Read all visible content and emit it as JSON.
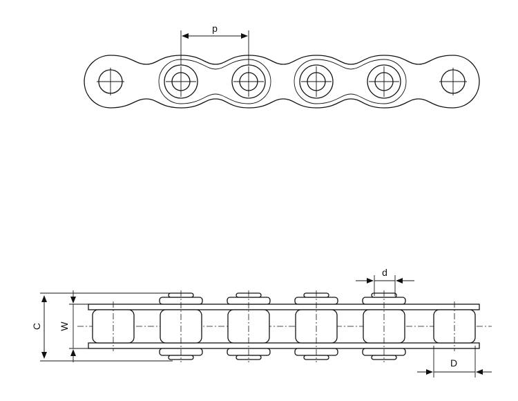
{
  "labels": {
    "pitch": "p",
    "pin_diameter": "d",
    "overall_width": "C",
    "inner_width": "W",
    "roller_diameter": "D"
  },
  "icons": {
    "arrowhead": "arrowhead-icon"
  }
}
